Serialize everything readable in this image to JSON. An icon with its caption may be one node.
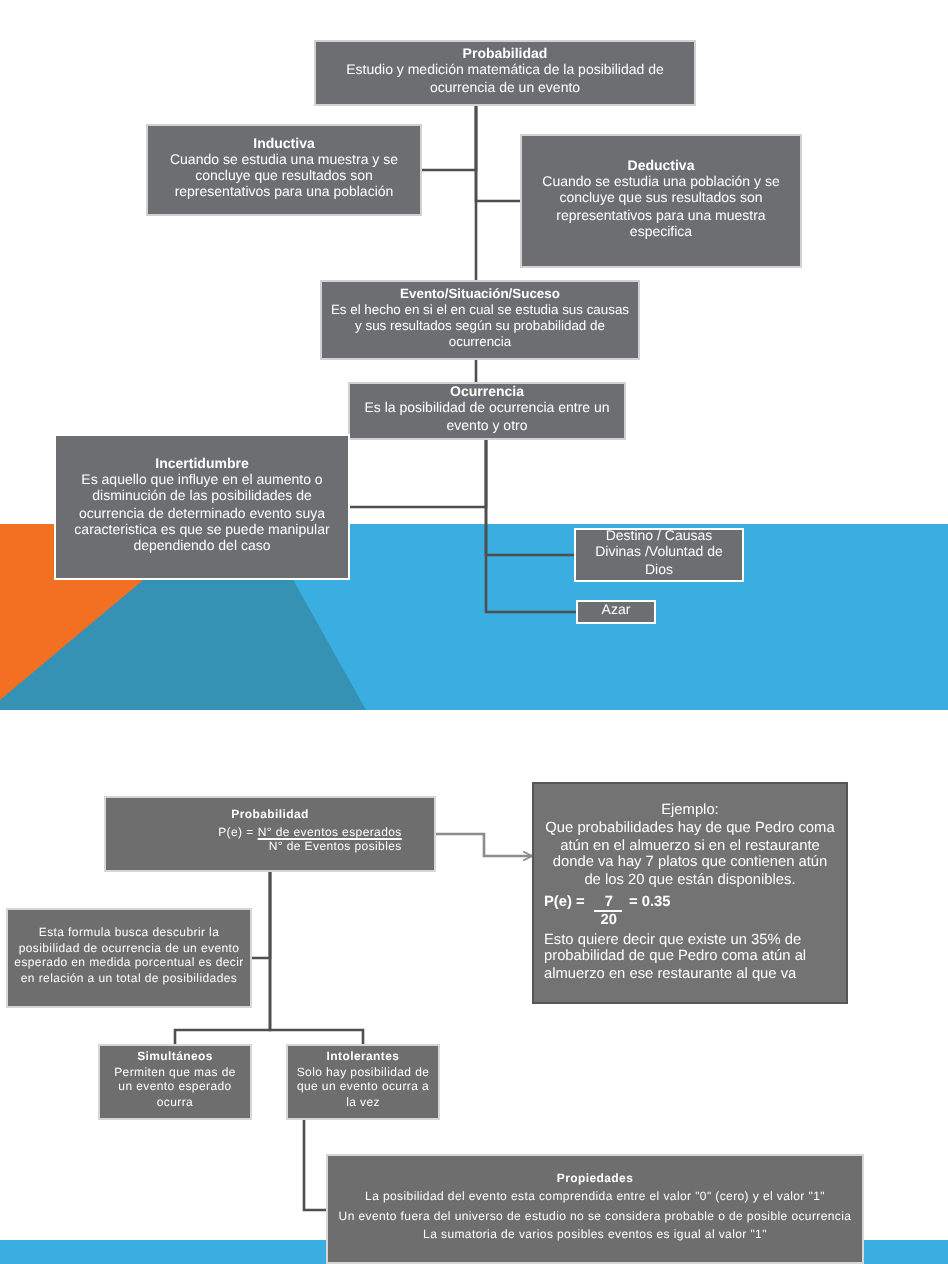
{
  "diagram": {
    "nodes": [
      {
        "text": [
          "Probabilidad",
          "Estudio y medición matemática de la posibilidad de ocurrencia de un evento"
        ]
      },
      {
        "text": [
          "Inductiva",
          "Cuando se estudia una muestra y se concluye que resultados son representativos para una población"
        ]
      },
      {
        "text": [
          "Deductiva",
          "Cuando se estudia una población y se concluye que sus resultados son representativos para una muestra especifica"
        ]
      },
      {
        "text": [
          "Evento/Situación/Suceso",
          "Es el hecho en si el en cual se estudia sus causas y sus resultados según su probabilidad de ocurrencia"
        ]
      },
      {
        "text": [
          "Ocurrencia",
          "Es la posibilidad de ocurrencia entre un evento y otro"
        ]
      },
      {
        "text": [
          "Incertidumbre",
          "Es aquello que influye en el aumento o disminución de las posibilidades de ocurrencia de determinado evento suya caracteristica es que se puede manipular dependiendo del caso"
        ]
      },
      {
        "text": [
          "Destino / Causas Divinas /Voluntad de Dios"
        ]
      },
      {
        "text": [
          "Azar"
        ]
      },
      {
        "text": [
          "Probabilidad",
          "P(e) =",
          "N° de eventos esperados",
          "N° de Eventos posibles"
        ]
      },
      {
        "text": [
          "Ejemplo:",
          "Que probabilidades hay de que Pedro coma atún en el almuerzo si en el restaurante donde va hay 7 platos que contienen atún de los 20 que están disponibles.",
          "P(e) =",
          "7",
          "20",
          "= 0.35",
          "Esto quiere decir que existe un 35% de probabilidad de que Pedro coma atún al almuerzo en ese restaurante al que va"
        ]
      },
      {
        "text": [
          "Esta formula busca descubrir la posibilidad de ocurrencia de un evento esperado en medida porcentual es decir en relación a un total de posibilidades"
        ]
      },
      {
        "text": [
          "Simultáneos",
          "Permiten que mas de un evento esperado ocurra"
        ]
      },
      {
        "text": [
          "Intolerantes",
          "Solo hay posibilidad de que un evento ocurra a la vez"
        ]
      },
      {
        "text": [
          "Propiedades",
          "La posibilidad del evento esta comprendida entre el valor \"0\" (cero) y el valor \"1\"",
          "Un evento fuera del universo de estudio no se considera probable o de posible ocurrencia",
          "La sumatoria de varios posibles eventos es igual al valor \"1\""
        ]
      }
    ],
    "edges": [
      {
        "from": 0,
        "to": 1,
        "arrow": "none"
      },
      {
        "from": 0,
        "to": 2,
        "arrow": "none"
      },
      {
        "from": 0,
        "to": 3,
        "arrow": "none"
      },
      {
        "from": 3,
        "to": 4,
        "arrow": "none"
      },
      {
        "from": 4,
        "to": 5,
        "arrow": "none"
      },
      {
        "from": 4,
        "to": 6,
        "arrow": "none"
      },
      {
        "from": 4,
        "to": 7,
        "arrow": "none"
      },
      {
        "from": 8,
        "to": 9,
        "arrow": "to",
        "color": "#8c8c8c"
      },
      {
        "from": 8,
        "to": 10,
        "arrow": "none"
      },
      {
        "from": 8,
        "to": 11,
        "arrow": "none"
      },
      {
        "from": 8,
        "to": 12,
        "arrow": "none"
      },
      {
        "from": 12,
        "to": 13,
        "arrow": "none"
      }
    ]
  }
}
